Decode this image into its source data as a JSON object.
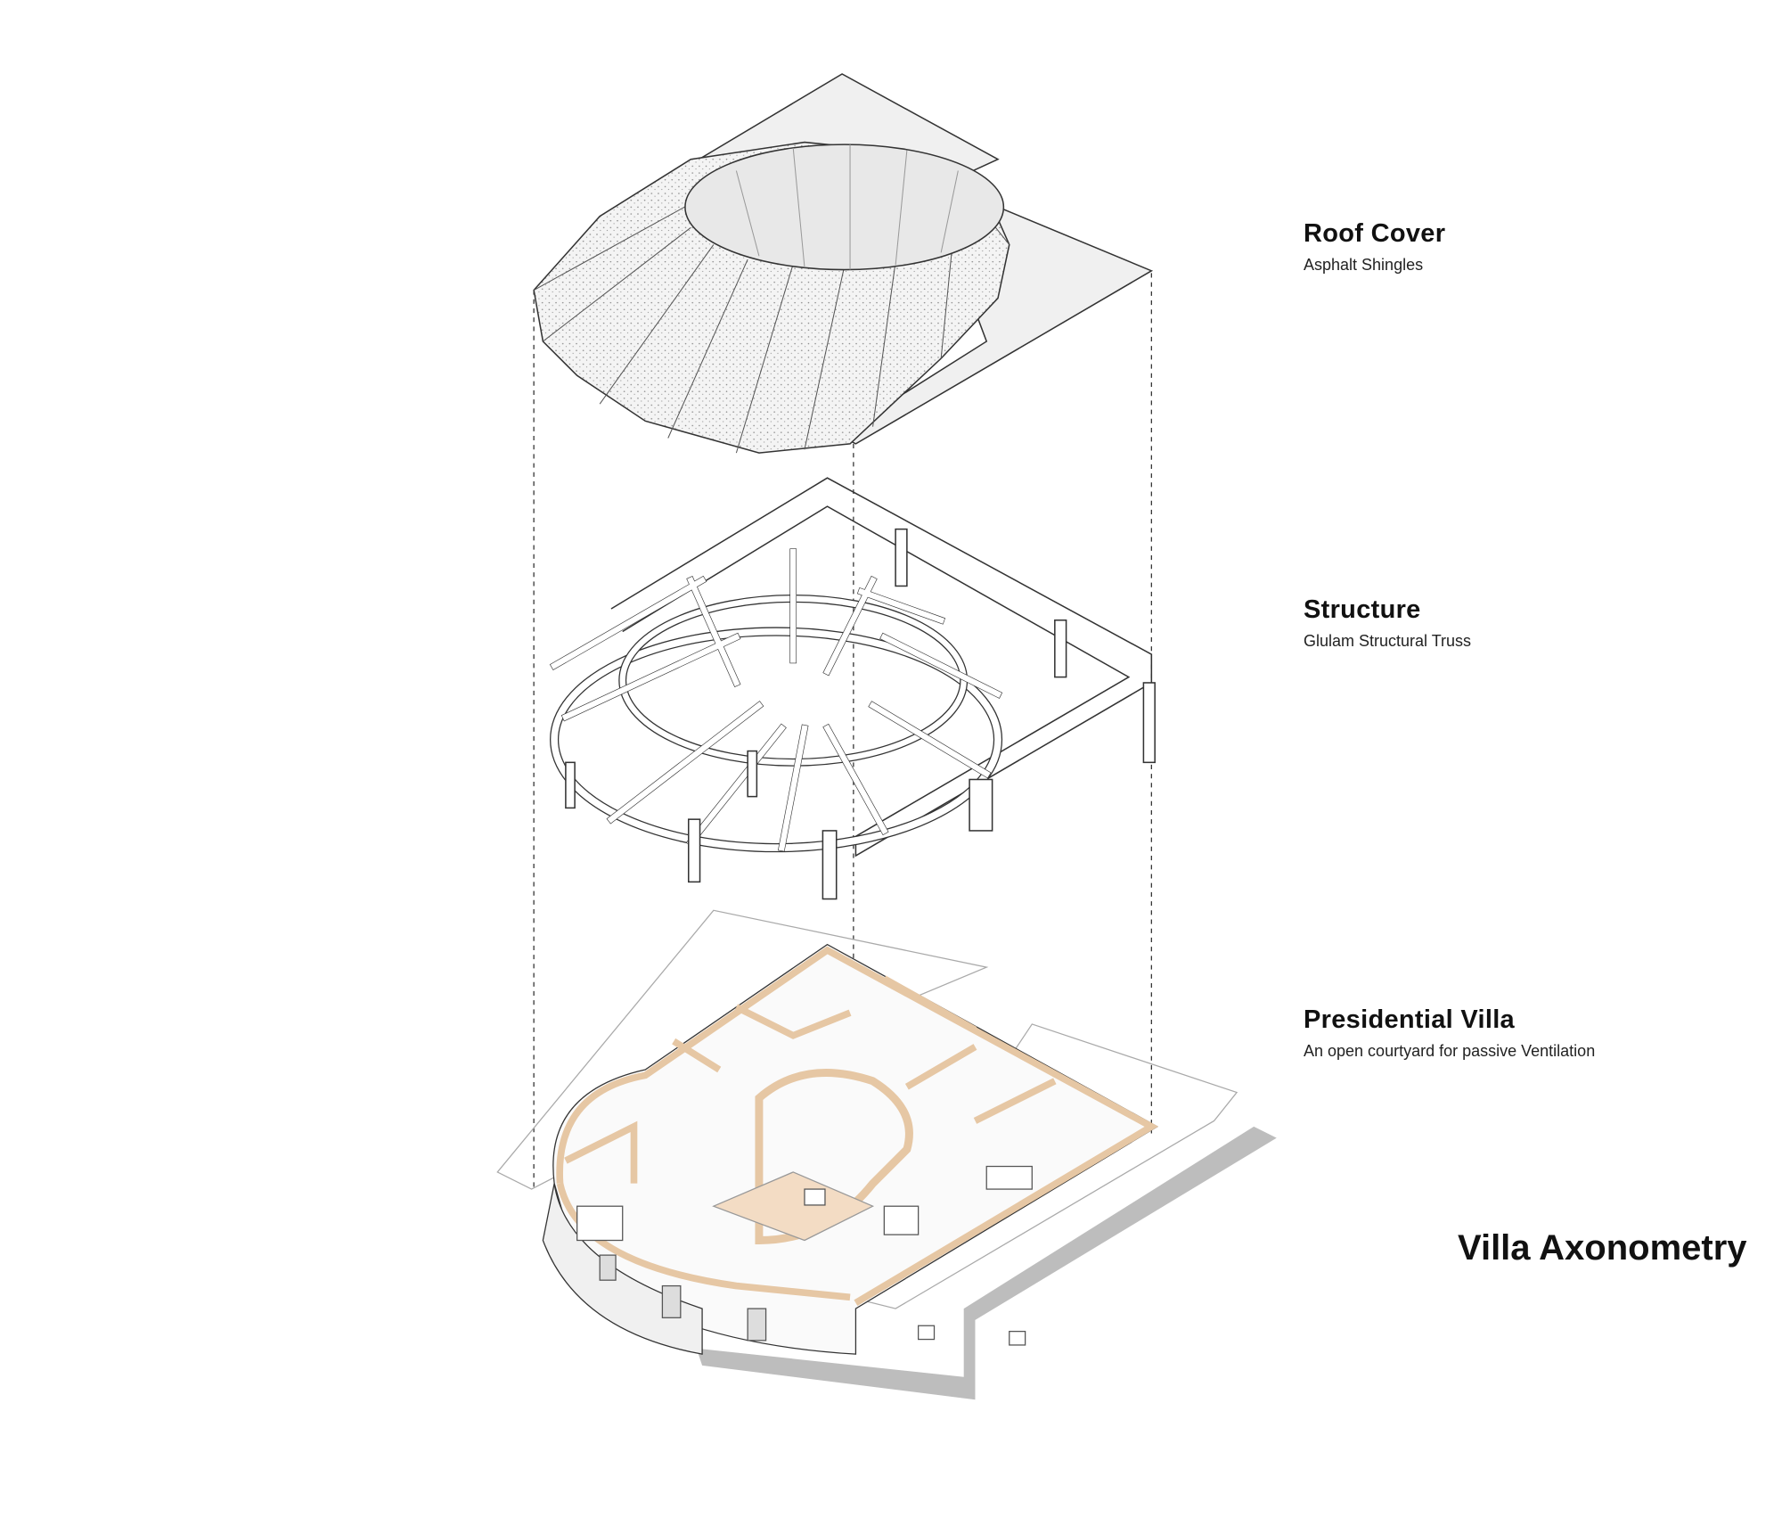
{
  "layers": [
    {
      "title": "Roof Cover",
      "subtitle": "Asphalt Shingles"
    },
    {
      "title": "Structure",
      "subtitle": "Glulam Structural Truss"
    },
    {
      "title": "Presidential Villa",
      "subtitle": "An open courtyard for passive Ventilation"
    }
  ],
  "title": "Villa Axonometry",
  "colors": {
    "line": "#333333",
    "wall": "#e6c7a4",
    "floor": "#f3dcc4",
    "ground": "#bdbdbd",
    "surface": "#f2f2f2"
  }
}
